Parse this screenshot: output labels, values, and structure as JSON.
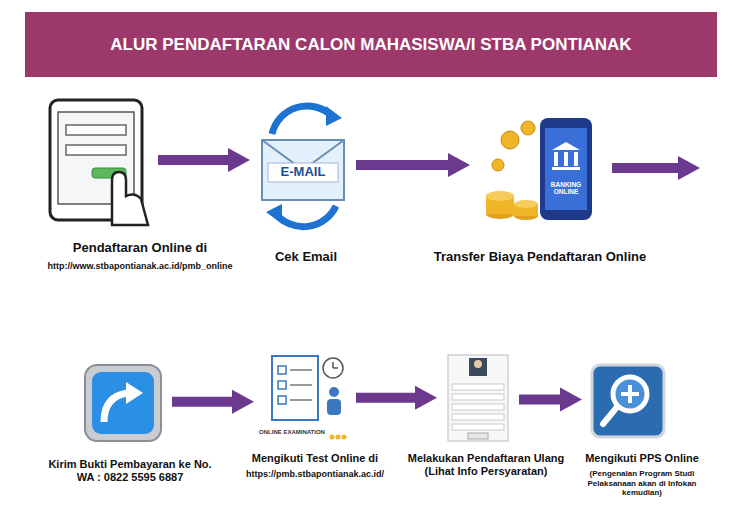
{
  "diagram": {
    "title": "ALUR PENDAFTARAN CALON MAHASISWA/I STBA PONTIANAK",
    "nodes": [
      {
        "text": [
          "Pendaftaran Online di",
          "http://www.stbapontianak.ac.id/pmb_online"
        ]
      },
      {
        "text": [
          "Cek Email"
        ]
      },
      {
        "text": [
          "Transfer Biaya Pendaftaran Online"
        ]
      },
      {
        "text": [
          "Kirim Bukti Pembayaran ke No. WA : 0822 5595 6887"
        ]
      },
      {
        "text": [
          "Mengikuti Test Online di",
          "https://pmb.stbapontianak.ac.id/"
        ]
      },
      {
        "text": [
          "Melakukan Pendaftaran Ulang (Lihat Info Persyaratan)"
        ]
      },
      {
        "text": [
          "Mengikuti PPS Online",
          "(Pengenalan Program Studi Pelaksanaan akan di Infokan kemudian)"
        ]
      }
    ],
    "edges": [
      {
        "from": 0,
        "to": 1,
        "arrow": "to"
      },
      {
        "from": 1,
        "to": 2,
        "arrow": "to"
      },
      {
        "from": 3,
        "to": 4,
        "arrow": "to"
      },
      {
        "from": 4,
        "to": 5,
        "arrow": "to"
      },
      {
        "from": 5,
        "to": 6,
        "arrow": "to"
      }
    ],
    "labels": [
      "E-MAIL",
      "BANKING ONLINE",
      "ONLINE EXAMINATION"
    ]
  }
}
